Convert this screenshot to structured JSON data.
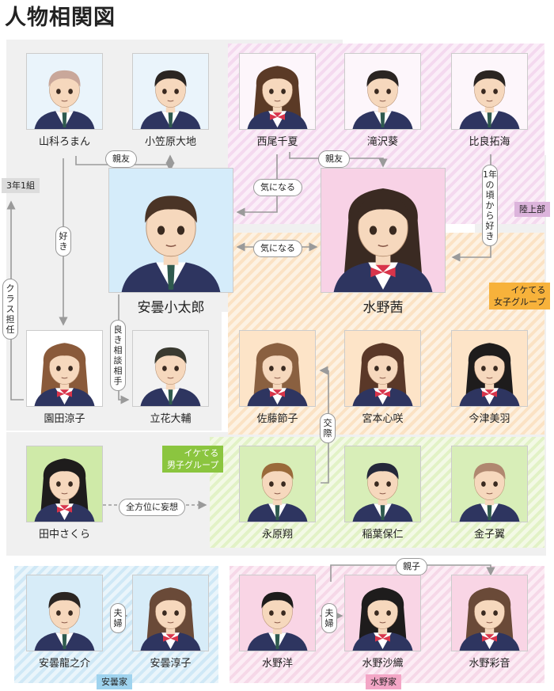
{
  "title": "人物相関図",
  "colors": {
    "line": "#9a9a9a",
    "skin": "#f6d8bd",
    "blazer": "#2e3560",
    "shirt": "#ffffff",
    "ribbon": "#d8344a"
  },
  "people": [
    {
      "id": "yamashina",
      "name": "山科ろまん",
      "hair": "#c9a79a"
    },
    {
      "id": "ogasawara",
      "name": "小笠原大地",
      "hair": "#2b2522"
    },
    {
      "id": "nishio",
      "name": "西尾千夏",
      "hair": "#5b3a26"
    },
    {
      "id": "takizawa",
      "name": "滝沢葵",
      "hair": "#2b2522"
    },
    {
      "id": "hira",
      "name": "比良拓海",
      "hair": "#2b2522"
    },
    {
      "id": "azumi",
      "name": "安曇小太郎",
      "hair": "#4a3426"
    },
    {
      "id": "mizuno",
      "name": "水野茜",
      "hair": "#3a2a22"
    },
    {
      "id": "sonoda",
      "name": "園田涼子",
      "hair": "#8a5a3a"
    },
    {
      "id": "tachibana",
      "name": "立花大輔",
      "hair": "#3a3a30"
    },
    {
      "id": "sato",
      "name": "佐藤節子",
      "hair": "#8a6040"
    },
    {
      "id": "miyamoto",
      "name": "宮本心咲",
      "hair": "#5a3828"
    },
    {
      "id": "imazu",
      "name": "今津美羽",
      "hair": "#1e1c1c"
    },
    {
      "id": "tanaka",
      "name": "田中さくら",
      "hair": "#1e1c1c"
    },
    {
      "id": "nagahara",
      "name": "永原翔",
      "hair": "#9a6a3a"
    },
    {
      "id": "inaba",
      "name": "稲葉保仁",
      "hair": "#24283a"
    },
    {
      "id": "kaneko",
      "name": "金子翼",
      "hair": "#b08870"
    },
    {
      "id": "ryunosuke",
      "name": "安曇龍之介",
      "hair": "#2b2522"
    },
    {
      "id": "junko",
      "name": "安曇淳子",
      "hair": "#6a4a38"
    },
    {
      "id": "hiroshi",
      "name": "水野洋",
      "hair": "#1e1c1c"
    },
    {
      "id": "saori",
      "name": "水野沙織",
      "hair": "#1e1c1c"
    },
    {
      "id": "ayane",
      "name": "水野彩音",
      "hair": "#6a4a38"
    }
  ],
  "relations": {
    "shinyu1": "親友",
    "shinyu2": "親友",
    "kininaru1": "気になる",
    "kininaru2": "気になる",
    "suki": "好き",
    "ichinen": "1年の頃から好き",
    "class_tannin": "クラス担任",
    "yoki_soudan": "良き相談相手",
    "kosai": "交際",
    "mousou": "全方位に妄想",
    "fufu1": "夫婦",
    "fufu2": "夫婦",
    "oyako": "親子"
  },
  "groups": {
    "class": "3年1組",
    "rikujo": "陸上部",
    "ikejo_line1": "イケてる",
    "ikejo_line2": "女子グループ",
    "ikedan_line1": "イケてる",
    "ikedan_line2": "男子グループ",
    "azumi_family": "安曇家",
    "mizuno_family": "水野家"
  }
}
